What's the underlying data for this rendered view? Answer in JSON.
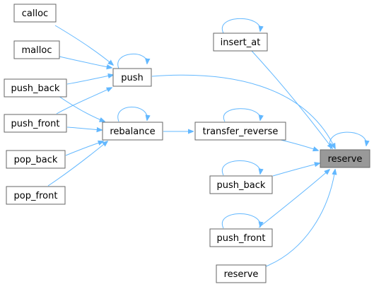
{
  "diagram": {
    "nodes": {
      "calloc": "calloc",
      "malloc": "malloc",
      "push_back_left": "push_back",
      "push_front_left": "push_front",
      "pop_back": "pop_back",
      "pop_front": "pop_front",
      "push": "push",
      "rebalance": "rebalance",
      "insert_at": "insert_at",
      "transfer_reverse": "transfer_reverse",
      "push_back_mid": "push_back",
      "push_front_mid": "push_front",
      "reserve_bottom": "reserve",
      "reserve_target": "reserve"
    },
    "colors": {
      "edge": "#63b8ff",
      "node_border": "#666666",
      "node_fill": "#ffffff",
      "highlight_fill": "#999999"
    }
  }
}
